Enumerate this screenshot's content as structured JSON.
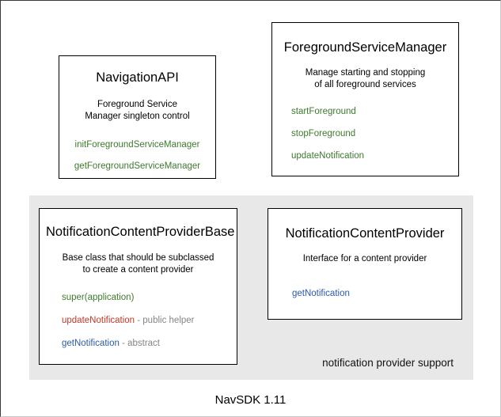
{
  "diagram": {
    "footer_caption": "NavSDK 1.11",
    "colors": {
      "green": "#3d7a2e",
      "red": "#c0392b",
      "blue": "#2b5ba8",
      "note_gray": "#858585",
      "panel_bg": "#e8e8e8",
      "box_bg": "#ffffff",
      "box_border": "#000000"
    },
    "boxes": {
      "navigation_api": {
        "title": "NavigationAPI",
        "description_line1": "Foreground Service",
        "description_line2": "Manager singleton control",
        "members": [
          {
            "name": "initForegroundServiceManager",
            "note": "",
            "color": "green"
          },
          {
            "name": "getForegroundServiceManager",
            "note": "",
            "color": "green"
          }
        ]
      },
      "foreground_service_manager": {
        "title": "ForegroundServiceManager",
        "description_line1": "Manage starting and stopping",
        "description_line2": "of all foreground services",
        "members": [
          {
            "name": "startForeground",
            "note": "",
            "color": "green"
          },
          {
            "name": "stopForeground",
            "note": "",
            "color": "green"
          },
          {
            "name": "updateNotification",
            "note": "",
            "color": "green"
          }
        ]
      },
      "notification_content_provider_base": {
        "title": "NotificationContentProviderBase",
        "description_line1": "Base class that should be subclassed",
        "description_line2": "to create a content provider",
        "members": [
          {
            "name": "super(application)",
            "note": "",
            "color": "green"
          },
          {
            "name": "updateNotification",
            "note": " - public helper",
            "color": "red"
          },
          {
            "name": "getNotification",
            "note": " - abstract",
            "color": "blue"
          }
        ]
      },
      "notification_content_provider": {
        "title": "NotificationContentProvider",
        "description_line1": "Interface for a content provider",
        "description_line2": "",
        "members": [
          {
            "name": "getNotification",
            "note": "",
            "color": "blue"
          }
        ]
      }
    },
    "panels": {
      "notification_support": {
        "label": "notification provider support"
      }
    }
  }
}
